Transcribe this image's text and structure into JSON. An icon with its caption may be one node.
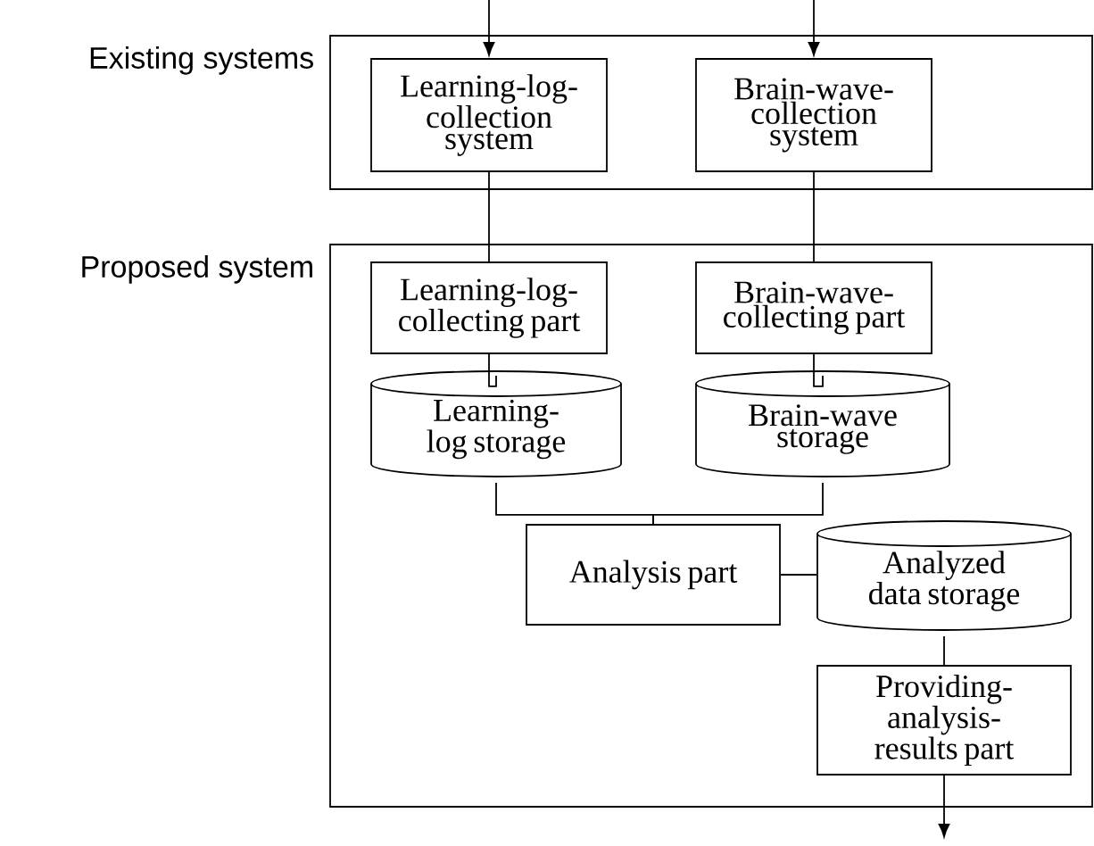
{
  "diagram": {
    "nodes": [
      {
        "text": [
          "Existing systems"
        ]
      },
      {
        "text": [
          "Learning-log-collection system"
        ],
        "in": 0
      },
      {
        "text": [
          "Brain-wave-collection system"
        ],
        "in": 0
      },
      {
        "text": [
          "Proposed system"
        ]
      },
      {
        "text": [
          "Learning-log-collecting part"
        ],
        "in": 3
      },
      {
        "text": [
          "Brain-wave-collecting part"
        ],
        "in": 3
      },
      {
        "text": [
          "Learning-log storage"
        ],
        "in": 3
      },
      {
        "text": [
          "Brain-wave storage"
        ],
        "in": 3
      },
      {
        "text": [
          "Analysis part"
        ],
        "in": 3
      },
      {
        "text": [
          "Analyzed data storage"
        ],
        "in": 3
      },
      {
        "text": [
          "Providing-analysis-results part"
        ],
        "in": 3
      }
    ],
    "edges": [
      {
        "from": null,
        "to": 1,
        "arrow": "to"
      },
      {
        "from": null,
        "to": 2,
        "arrow": "to"
      },
      {
        "from": 1,
        "to": 4,
        "arrow": "none"
      },
      {
        "from": 2,
        "to": 5,
        "arrow": "none"
      },
      {
        "from": 4,
        "to": 6,
        "arrow": "none"
      },
      {
        "from": 5,
        "to": 7,
        "arrow": "none"
      },
      {
        "from": 6,
        "to": 8,
        "arrow": "none"
      },
      {
        "from": 7,
        "to": 8,
        "arrow": "none"
      },
      {
        "from": 8,
        "to": 9,
        "arrow": "none"
      },
      {
        "from": 9,
        "to": 10,
        "arrow": "none"
      },
      {
        "from": 10,
        "to": null,
        "arrow": "to"
      }
    ]
  }
}
